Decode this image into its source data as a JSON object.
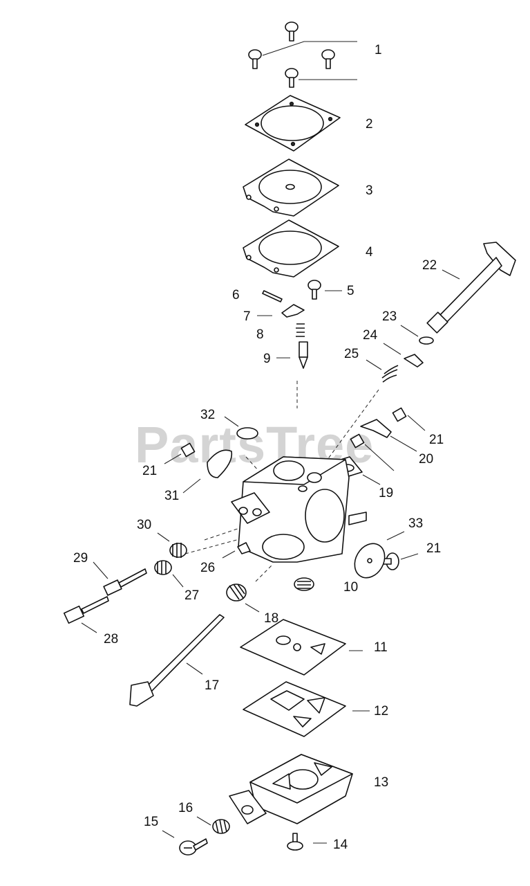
{
  "watermark": {
    "text": "PartsTree",
    "trademark": "™"
  },
  "colors": {
    "line": "#111111",
    "watermark": "#d4d4d4",
    "background": "#ffffff"
  },
  "callouts": {
    "c1": "1",
    "c2": "2",
    "c3": "3",
    "c4": "4",
    "c5": "5",
    "c6": "6",
    "c7": "7",
    "c8": "8",
    "c9": "9",
    "c10": "10",
    "c11": "11",
    "c12": "12",
    "c13": "13",
    "c14": "14",
    "c15": "15",
    "c16": "16",
    "c17": "17",
    "c18": "18",
    "c19": "19",
    "c20": "20",
    "c21": "21",
    "c22": "22",
    "c23": "23",
    "c24": "24",
    "c25": "25",
    "c26": "26",
    "c27": "27",
    "c28": "28",
    "c29": "29",
    "c30": "30",
    "c31": "31",
    "c32": "32",
    "c33": "33"
  }
}
